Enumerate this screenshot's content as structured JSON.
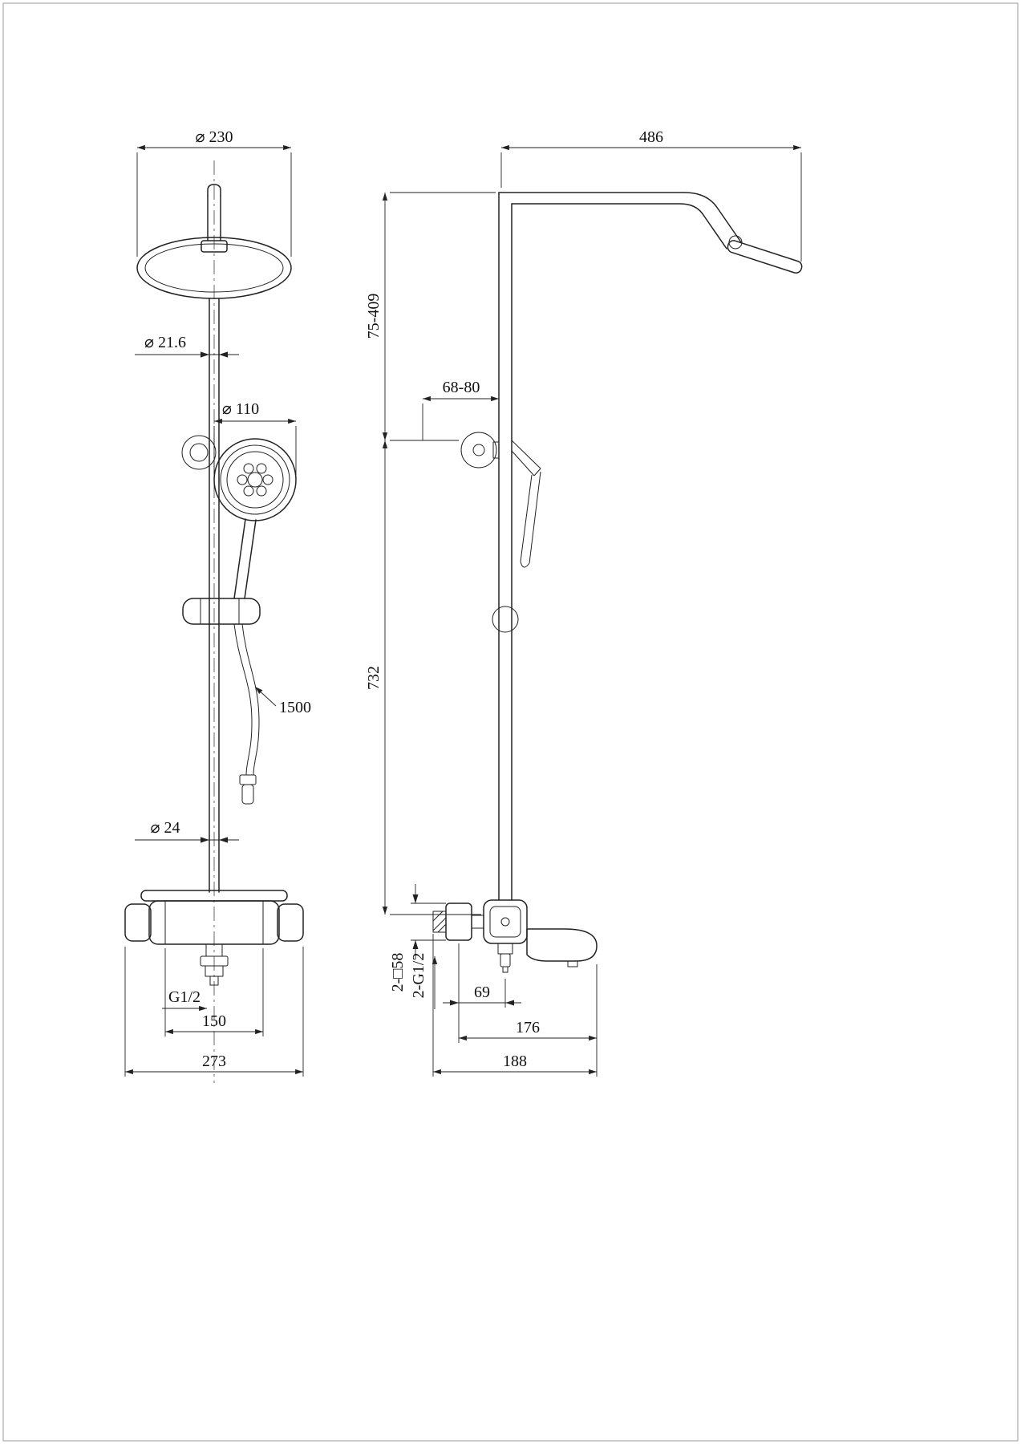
{
  "drawing": {
    "front_view": {
      "head_diameter": "⌀ 230",
      "pipe_diameter": "⌀ 21.6",
      "hand_shower_diameter": "⌀ 110",
      "hose_length": "1500",
      "lower_pipe_diameter": "⌀ 24",
      "inlet_thread": "G1/2",
      "port_spacing": "150",
      "body_width": "273"
    },
    "side_view": {
      "arm_reach": "486",
      "upper_height_range": "75-409",
      "bracket_distance_range": "68-80",
      "column_height": "732",
      "flange_square": "2-□58",
      "connection_thread": "2-G1/2",
      "bracket_offset": "69",
      "spout_reach": "176",
      "overall_depth": "188"
    }
  }
}
